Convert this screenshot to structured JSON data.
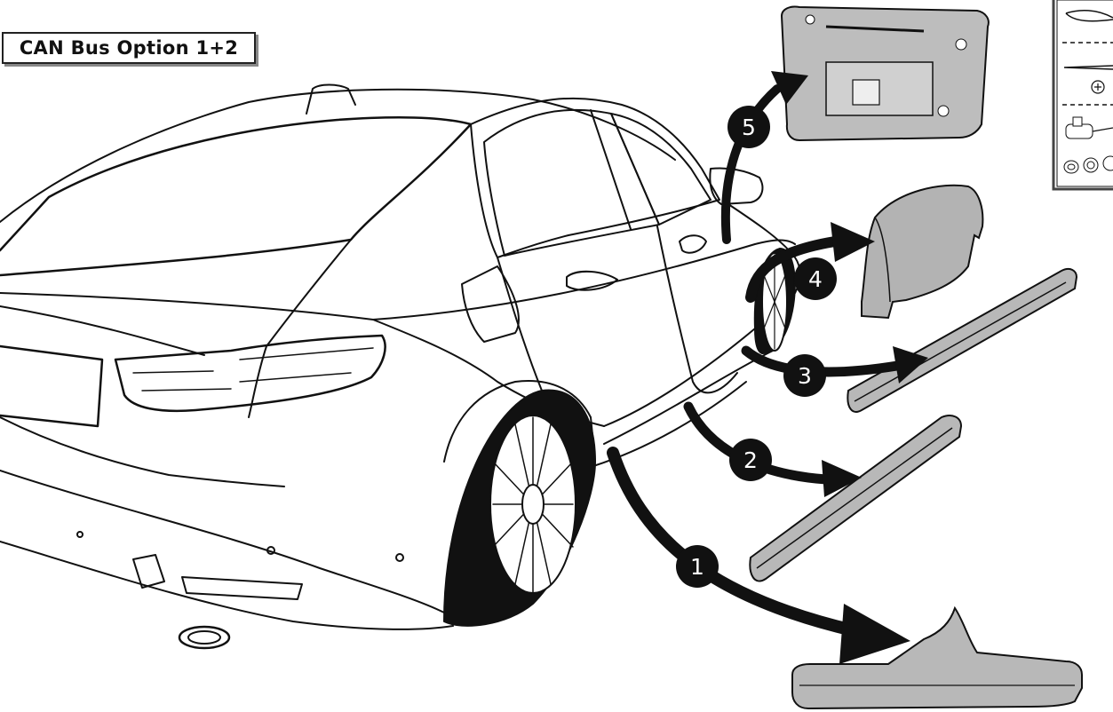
{
  "title": "CAN Bus Option 1+2",
  "steps": [
    {
      "number": "1",
      "part": "rear-bumper-trim"
    },
    {
      "number": "2",
      "part": "sill-trim-rear"
    },
    {
      "number": "3",
      "part": "sill-trim-front"
    },
    {
      "number": "4",
      "part": "wheel-arch-trim"
    },
    {
      "number": "5",
      "part": "side-panel-trim"
    }
  ],
  "tools_panel": {
    "icons": [
      "trim-tool-icon",
      "screwdriver-icon",
      "phillips-screw-icon",
      "crimp-tool-icon",
      "connector-icon"
    ]
  },
  "colors": {
    "line": "#111111",
    "part_fill": "#b9b9b9",
    "arrow": "#111111",
    "badge": "#111111"
  }
}
